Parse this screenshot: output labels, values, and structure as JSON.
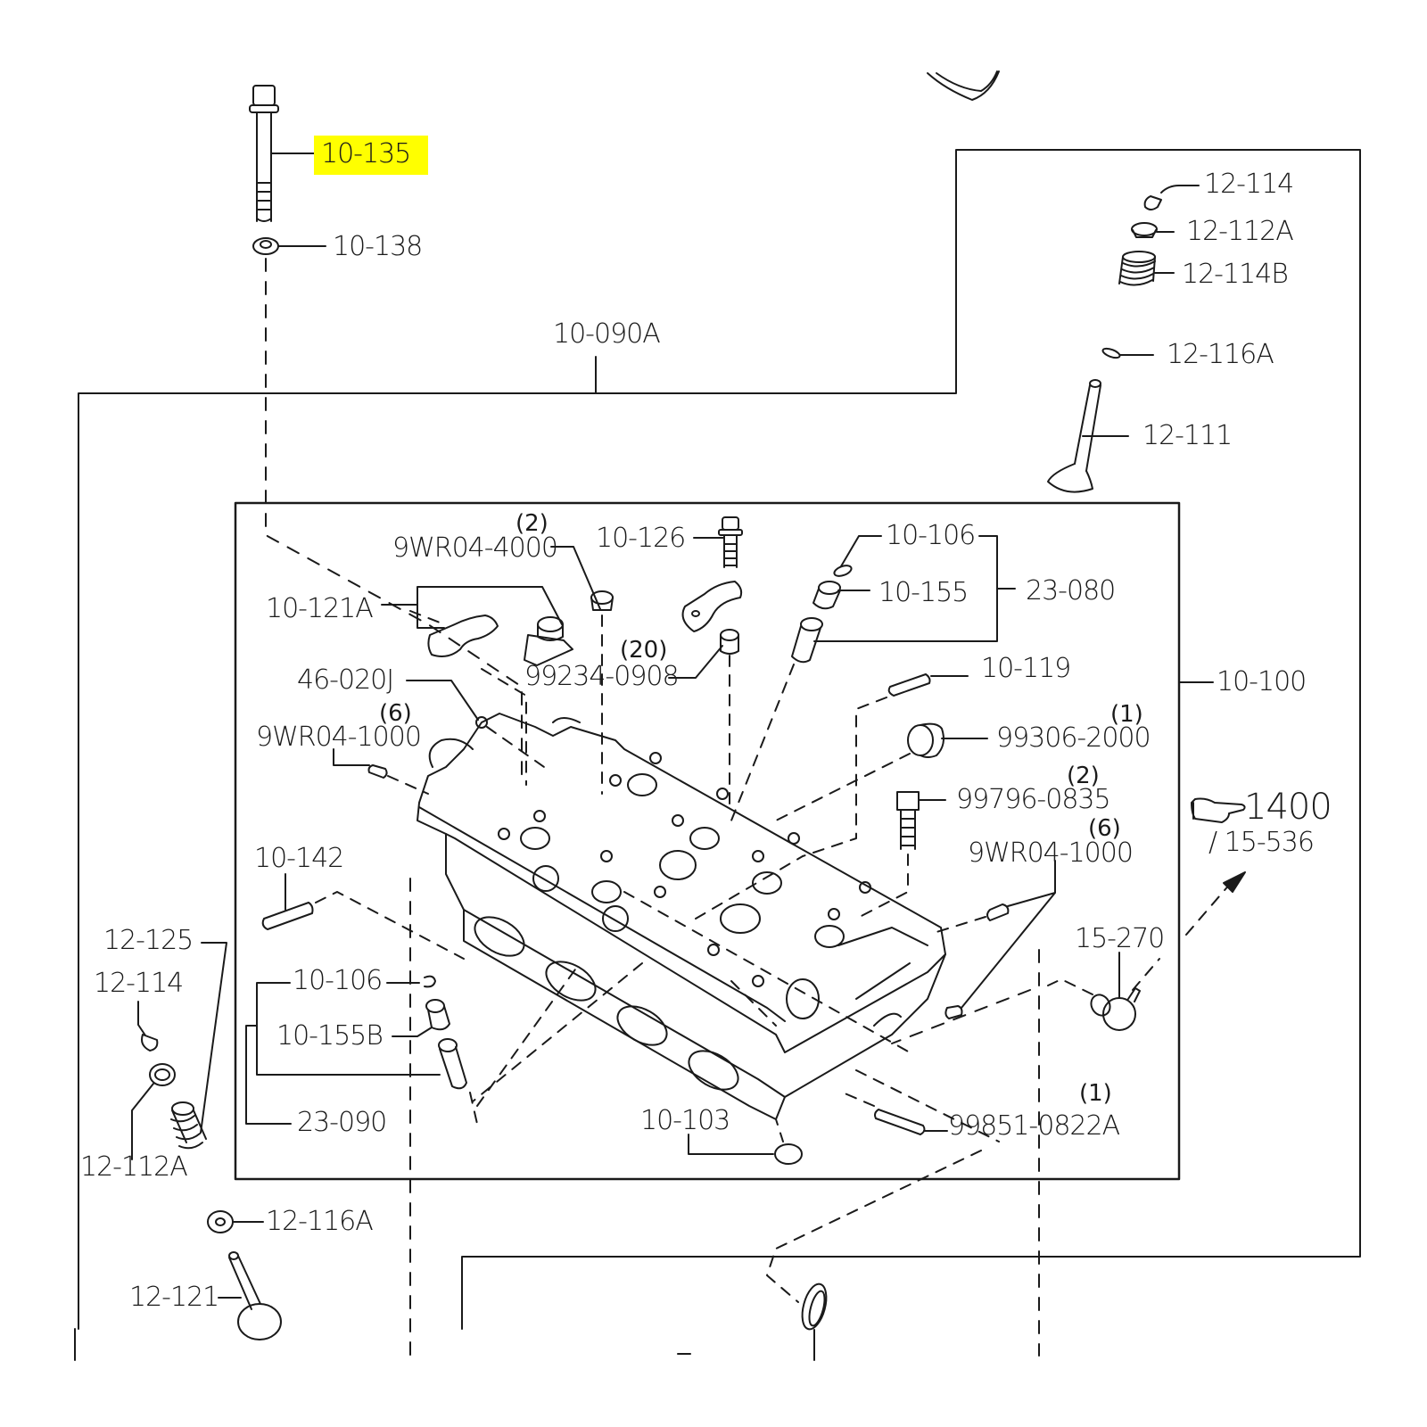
{
  "diagram": {
    "title": "Cylinder head exploded parts diagram",
    "highlight_color": "#ffff00",
    "line_color": "#1a1a1a",
    "highlighted_part": "10-135",
    "labels": {
      "p10_135": "10-135",
      "p10_138": "10-138",
      "p10_090A": "10-090A",
      "p12_114_top": "12-114",
      "p12_112A_top": "12-112A",
      "p12_114B": "12-114B",
      "p12_116A_top": "12-116A",
      "p12_111": "12-111",
      "p9WR04_4000": "9WR04-4000",
      "q9WR04_4000": "(2)",
      "p10_126": "10-126",
      "p10_106_top": "10-106",
      "p10_155": "10-155",
      "p23_080": "23-080",
      "p10_121A": "10-121A",
      "p99234_0908": "99234-0908",
      "q99234_0908": "(20)",
      "p46_020J": "46-020J",
      "p10_119": "10-119",
      "p10_100": "10-100",
      "p9WR04_1000_left": "9WR04-1000",
      "q9WR04_1000_left": "(6)",
      "p99306_2000": "99306-2000",
      "q99306_2000": "(1)",
      "p99796_0835": "99796-0835",
      "q99796_0835": "(2)",
      "p9WR04_1000_right": "9WR04-1000",
      "q9WR04_1000_right": "(6)",
      "ref_1400": "1400",
      "ref_15_536": "/ 15-536",
      "p10_142": "10-142",
      "p15_270": "15-270",
      "p12_125": "12-125",
      "p12_114_left": "12-114",
      "p10_106_left": "10-106",
      "p10_155B": "10-155B",
      "p23_090": "23-090",
      "p12_112A_left": "12-112A",
      "p10_103": "10-103",
      "p99851_0822A": "99851-0822A",
      "q99851_0822A": "(1)",
      "p12_116A_bottom": "12-116A",
      "p12_121": "12-121"
    },
    "icons": {
      "pointing_hand": "pointing-hand-icon"
    }
  }
}
